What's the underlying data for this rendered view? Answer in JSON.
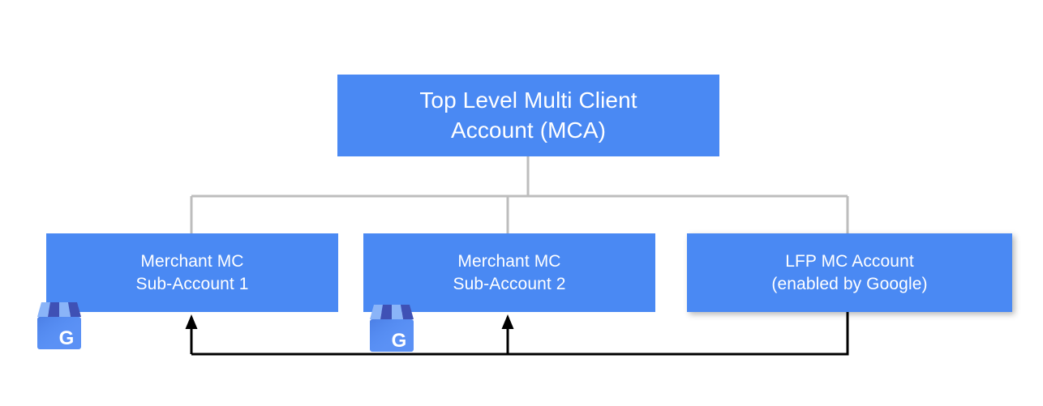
{
  "diagram": {
    "title": "Google Merchant Center account hierarchy",
    "type": "tree-diagram",
    "colors": {
      "node_fill": "#4a89f3",
      "node_text": "#ffffff",
      "tree_connector": "#bdbdbd",
      "data_flow_arrow": "#000000",
      "background": "#ffffff"
    },
    "nodes": [
      {
        "id": "mca",
        "line1": "Top Level Multi Client",
        "line2": "Account (MCA)",
        "level": "root"
      },
      {
        "id": "sub1",
        "line1": "Merchant MC",
        "line2": "Sub-Account 1",
        "level": "child",
        "icon": "google-my-business-icon"
      },
      {
        "id": "sub2",
        "line1": "Merchant MC",
        "line2": "Sub-Account 2",
        "level": "child",
        "icon": "google-my-business-icon"
      },
      {
        "id": "lfp",
        "line1": "LFP MC Account",
        "line2": "(enabled by Google)",
        "level": "child"
      }
    ],
    "connectors": [
      {
        "id": "tree-root-to-children",
        "style": "elbow",
        "color": "#bdbdbd",
        "from": "mca",
        "to": [
          "sub1",
          "sub2",
          "lfp"
        ]
      },
      {
        "id": "lfp-to-sub1",
        "style": "arrow",
        "color": "#000000",
        "from": "lfp",
        "to": "sub1"
      },
      {
        "id": "lfp-to-sub2",
        "style": "arrow",
        "color": "#000000",
        "from": "lfp",
        "to": "sub2"
      }
    ]
  }
}
